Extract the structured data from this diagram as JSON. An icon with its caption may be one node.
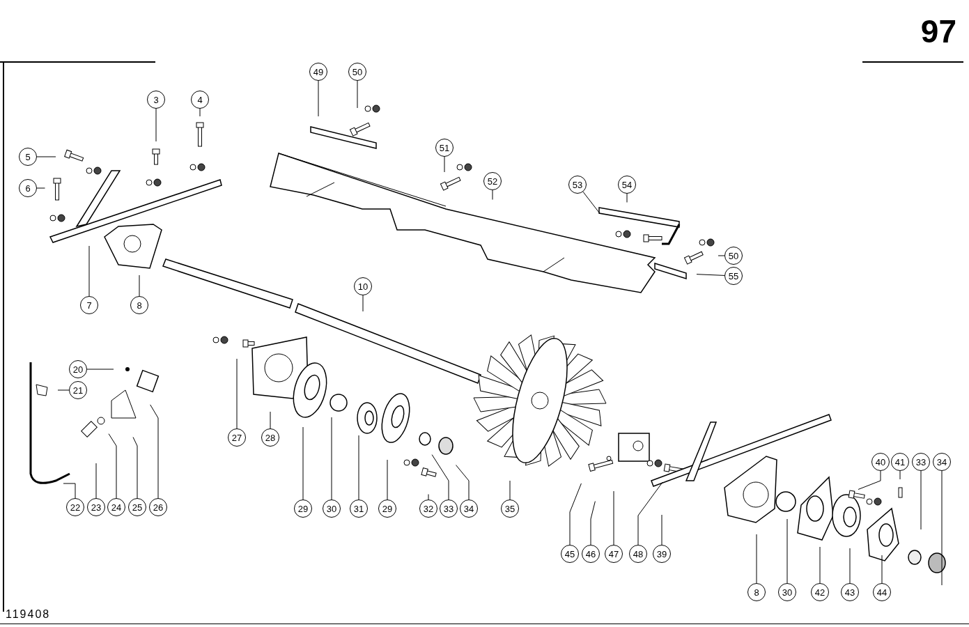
{
  "diagram": {
    "nodes": [
      {
        "text": [
          "3"
        ]
      },
      {
        "text": [
          "4"
        ]
      },
      {
        "text": [
          "5"
        ]
      },
      {
        "text": [
          "6"
        ]
      },
      {
        "text": [
          "7"
        ]
      },
      {
        "text": [
          "8"
        ]
      },
      {
        "text": [
          "49"
        ]
      },
      {
        "text": [
          "50"
        ]
      },
      {
        "text": [
          "51"
        ]
      },
      {
        "text": [
          "52"
        ]
      },
      {
        "text": [
          "53"
        ]
      },
      {
        "text": [
          "54"
        ]
      },
      {
        "text": [
          "50"
        ]
      },
      {
        "text": [
          "55"
        ]
      },
      {
        "text": [
          "10"
        ]
      },
      {
        "text": [
          "20"
        ]
      },
      {
        "text": [
          "21"
        ]
      },
      {
        "text": [
          "22"
        ]
      },
      {
        "text": [
          "23"
        ]
      },
      {
        "text": [
          "24"
        ]
      },
      {
        "text": [
          "25"
        ]
      },
      {
        "text": [
          "26"
        ]
      },
      {
        "text": [
          "27"
        ]
      },
      {
        "text": [
          "28"
        ]
      },
      {
        "text": [
          "29"
        ]
      },
      {
        "text": [
          "30"
        ]
      },
      {
        "text": [
          "31"
        ]
      },
      {
        "text": [
          "29"
        ]
      },
      {
        "text": [
          "32"
        ]
      },
      {
        "text": [
          "33"
        ]
      },
      {
        "text": [
          "34"
        ]
      },
      {
        "text": [
          "35"
        ]
      },
      {
        "text": [
          "45"
        ]
      },
      {
        "text": [
          "46"
        ]
      },
      {
        "text": [
          "47"
        ]
      },
      {
        "text": [
          "48"
        ]
      },
      {
        "text": [
          "39"
        ]
      },
      {
        "text": [
          "8"
        ]
      },
      {
        "text": [
          "30"
        ]
      },
      {
        "text": [
          "42"
        ]
      },
      {
        "text": [
          "43"
        ]
      },
      {
        "text": [
          "40"
        ]
      },
      {
        "text": [
          "41"
        ]
      },
      {
        "text": [
          "33"
        ]
      },
      {
        "text": [
          "34"
        ]
      },
      {
        "text": [
          "44"
        ]
      }
    ],
    "edges": [
      {
        "from": 0,
        "to": null,
        "arrow": "none"
      },
      {
        "from": 1,
        "to": null,
        "arrow": "none"
      },
      {
        "from": 2,
        "to": null,
        "arrow": "none"
      },
      {
        "from": 3,
        "to": null,
        "arrow": "none"
      },
      {
        "from": 4,
        "to": null,
        "arrow": "none"
      },
      {
        "from": 5,
        "to": null,
        "arrow": "none"
      },
      {
        "from": 6,
        "to": null,
        "arrow": "none"
      },
      {
        "from": 7,
        "to": null,
        "arrow": "none"
      },
      {
        "from": 8,
        "to": null,
        "arrow": "none"
      },
      {
        "from": 9,
        "to": null,
        "arrow": "none"
      },
      {
        "from": 10,
        "to": null,
        "arrow": "none"
      },
      {
        "from": 11,
        "to": null,
        "arrow": "none"
      },
      {
        "from": 12,
        "to": null,
        "arrow": "none"
      },
      {
        "from": 13,
        "to": null,
        "arrow": "none"
      },
      {
        "from": 14,
        "to": null,
        "arrow": "none"
      },
      {
        "from": 15,
        "to": null,
        "arrow": "none"
      },
      {
        "from": 16,
        "to": null,
        "arrow": "none"
      },
      {
        "from": 17,
        "to": null,
        "arrow": "none"
      },
      {
        "from": 18,
        "to": null,
        "arrow": "none"
      },
      {
        "from": 19,
        "to": null,
        "arrow": "none"
      },
      {
        "from": 20,
        "to": null,
        "arrow": "none"
      },
      {
        "from": 21,
        "to": null,
        "arrow": "none"
      },
      {
        "from": 22,
        "to": null,
        "arrow": "none"
      },
      {
        "from": 23,
        "to": null,
        "arrow": "none"
      },
      {
        "from": 24,
        "to": null,
        "arrow": "none"
      },
      {
        "from": 25,
        "to": null,
        "arrow": "none"
      },
      {
        "from": 26,
        "to": null,
        "arrow": "none"
      },
      {
        "from": 27,
        "to": null,
        "arrow": "none"
      },
      {
        "from": 28,
        "to": null,
        "arrow": "none"
      },
      {
        "from": 29,
        "to": null,
        "arrow": "none"
      },
      {
        "from": 30,
        "to": null,
        "arrow": "none"
      },
      {
        "from": 31,
        "to": null,
        "arrow": "none"
      },
      {
        "from": 32,
        "to": null,
        "arrow": "none"
      },
      {
        "from": 33,
        "to": null,
        "arrow": "none"
      },
      {
        "from": 34,
        "to": null,
        "arrow": "none"
      },
      {
        "from": 35,
        "to": null,
        "arrow": "none"
      },
      {
        "from": 36,
        "to": null,
        "arrow": "none"
      },
      {
        "from": 37,
        "to": null,
        "arrow": "none"
      },
      {
        "from": 38,
        "to": null,
        "arrow": "none"
      },
      {
        "from": 39,
        "to": null,
        "arrow": "none"
      },
      {
        "from": 40,
        "to": null,
        "arrow": "none"
      },
      {
        "from": 41,
        "to": null,
        "arrow": "none"
      },
      {
        "from": 42,
        "to": null,
        "arrow": "none"
      },
      {
        "from": 43,
        "to": null,
        "arrow": "none"
      },
      {
        "from": 44,
        "to": null,
        "arrow": "none"
      },
      {
        "from": 45,
        "to": null,
        "arrow": "none"
      }
    ],
    "labels": [
      "97",
      "119408"
    ]
  }
}
